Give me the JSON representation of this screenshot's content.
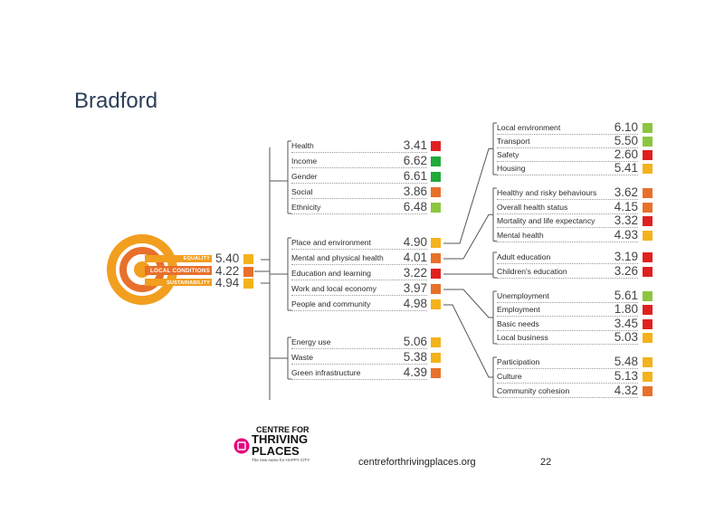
{
  "title": "Bradford",
  "colors": {
    "red": "#e02020",
    "dark_green": "#1faa3a",
    "light_green": "#8cc63f",
    "orange": "#e8702a",
    "amber": "#f4b21b",
    "line": "#555555",
    "arc_orange": "#f29e1e",
    "arc_red": "#e8702a"
  },
  "headline": [
    {
      "name": "EQUALITY",
      "value": "5.40",
      "color": "amber"
    },
    {
      "name": "LOCAL CONDITIONS",
      "value": "4.22",
      "color": "orange"
    },
    {
      "name": "SUSTAINABILITY",
      "value": "4.94",
      "color": "amber"
    }
  ],
  "equality": [
    {
      "name": "Health",
      "value": "3.41",
      "color": "red"
    },
    {
      "name": "Income",
      "value": "6.62",
      "color": "dark_green"
    },
    {
      "name": "Gender",
      "value": "6.61",
      "color": "dark_green"
    },
    {
      "name": "Social",
      "value": "3.86",
      "color": "orange"
    },
    {
      "name": "Ethnicity",
      "value": "6.48",
      "color": "light_green"
    }
  ],
  "local_conditions": [
    {
      "name": "Place and environment",
      "value": "4.90",
      "color": "amber"
    },
    {
      "name": "Mental and physical health",
      "value": "4.01",
      "color": "orange"
    },
    {
      "name": "Education and learning",
      "value": "3.22",
      "color": "red"
    },
    {
      "name": "Work and local economy",
      "value": "3.97",
      "color": "orange"
    },
    {
      "name": "People and community",
      "value": "4.98",
      "color": "amber"
    }
  ],
  "sustainability": [
    {
      "name": "Energy use",
      "value": "5.06",
      "color": "amber"
    },
    {
      "name": "Waste",
      "value": "5.38",
      "color": "amber"
    },
    {
      "name": "Green infrastructure",
      "value": "4.39",
      "color": "orange"
    }
  ],
  "place": [
    {
      "name": "Local environment",
      "value": "6.10",
      "color": "light_green"
    },
    {
      "name": "Transport",
      "value": "5.50",
      "color": "light_green"
    },
    {
      "name": "Safety",
      "value": "2.60",
      "color": "red"
    },
    {
      "name": "Housing",
      "value": "5.41",
      "color": "amber"
    }
  ],
  "health": [
    {
      "name": "Healthy and risky behaviours",
      "value": "3.62",
      "color": "orange"
    },
    {
      "name": "Overall health status",
      "value": "4.15",
      "color": "orange"
    },
    {
      "name": "Mortality and life expectancy",
      "value": "3.32",
      "color": "red"
    },
    {
      "name": "Mental health",
      "value": "4.93",
      "color": "amber"
    }
  ],
  "education": [
    {
      "name": "Adult education",
      "value": "3.19",
      "color": "red"
    },
    {
      "name": "Children's education",
      "value": "3.26",
      "color": "red"
    }
  ],
  "work": [
    {
      "name": "Unemployment",
      "value": "5.61",
      "color": "light_green"
    },
    {
      "name": "Employment",
      "value": "1.80",
      "color": "red"
    },
    {
      "name": "Basic needs",
      "value": "3.45",
      "color": "red"
    },
    {
      "name": "Local business",
      "value": "5.03",
      "color": "amber"
    }
  ],
  "people": [
    {
      "name": "Participation",
      "value": "5.48",
      "color": "amber"
    },
    {
      "name": "Culture",
      "value": "5.13",
      "color": "amber"
    },
    {
      "name": "Community cohesion",
      "value": "4.32",
      "color": "orange"
    }
  ],
  "logo": {
    "line1": "CENTRE FOR",
    "line2": "THRIVING",
    "line3": "PLACES",
    "tagline": "The new name for HAPPY CITY",
    "brand_color": "#e6007e"
  },
  "footer": {
    "url": "centreforthrivingplaces.org",
    "page_number": "22"
  }
}
